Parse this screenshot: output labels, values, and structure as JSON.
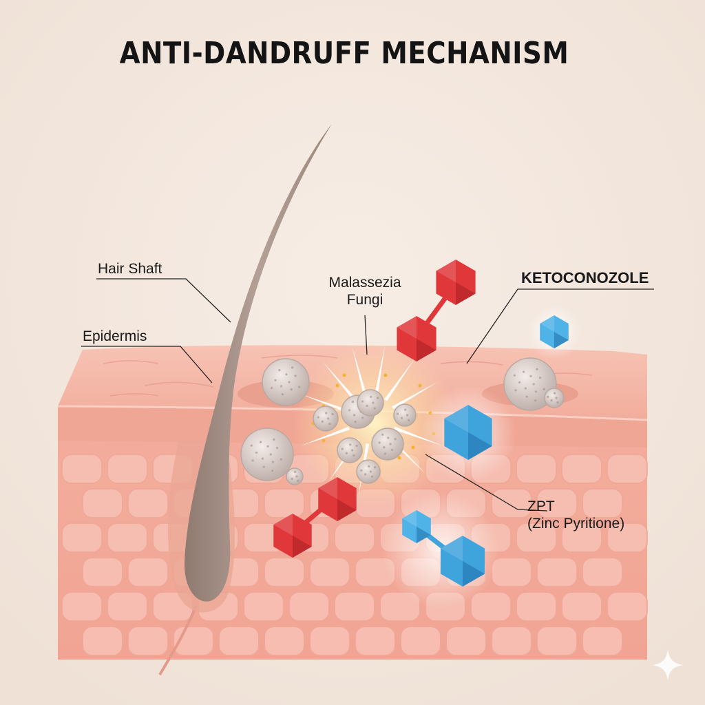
{
  "title": "ANTI-DANDRUFF MECHANISM",
  "labels": {
    "hair_shaft": "Hair Shaft",
    "epidermis": "Epidermis",
    "malassezia_line1": "Malassezia",
    "malassezia_line2": "Fungi",
    "ketoconozole": "KETOCONOZOLE",
    "zpt_line1": "ZPT",
    "zpt_line2": "(Zinc Pyritione)"
  },
  "colors": {
    "background": "#f2e6dc",
    "skin_surface": "#f5b4a5",
    "skin_side": "#f3a898",
    "skin_cells": "#f7c2b5",
    "hair": "#a89288",
    "ketoconozole_molecule": "#e0383a",
    "zpt_molecule": "#3fa3dc",
    "fungi": "#d9cdc9"
  },
  "icons": [
    "sparkle-icon"
  ]
}
